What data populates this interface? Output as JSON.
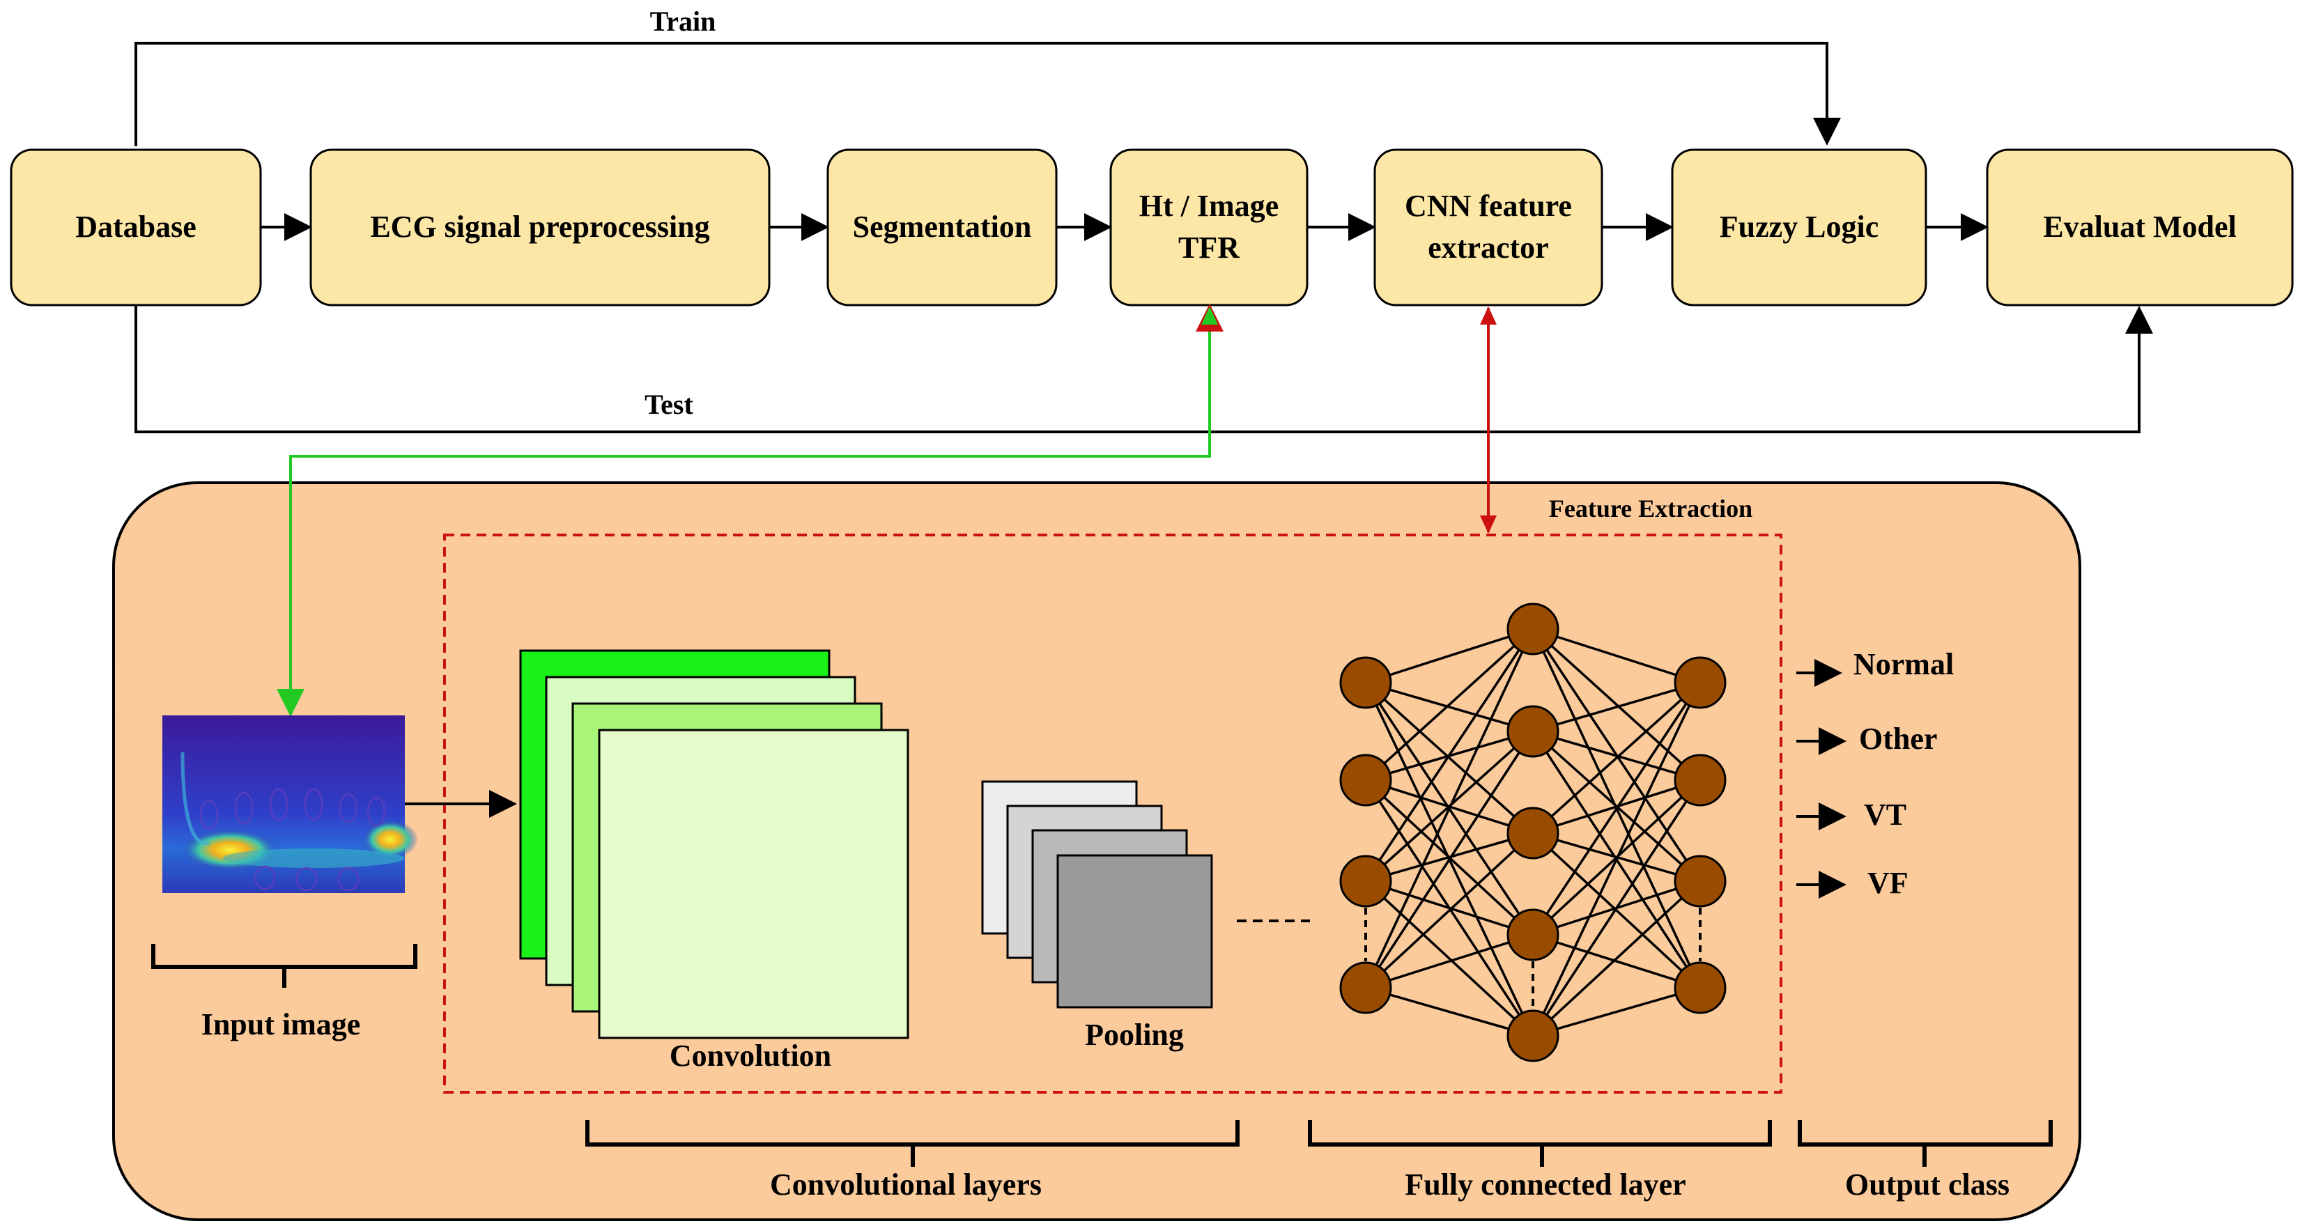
{
  "pipeline": {
    "train_label": "Train",
    "test_label": "Test",
    "boxes": {
      "database": "Database",
      "preprocessing": "ECG signal preprocessing",
      "segmentation": "Segmentation",
      "tfr_line1": "Ht / Image",
      "tfr_line2": "TFR",
      "cnn_line1": "CNN feature",
      "cnn_line2": "extractor",
      "fuzzy": "Fuzzy Logic",
      "evaluate": "Evaluat Model"
    }
  },
  "cnn": {
    "feature_extraction_label": "Feature Extraction",
    "input_image_label": "Input image",
    "convolution_label": "Convolution",
    "pooling_label": "Pooling",
    "convolutional_layers_label": "Convolutional layers",
    "fully_connected_label": "Fully connected layer",
    "output_class_label": "Output class",
    "outputs": [
      "Normal",
      "Other",
      "VT",
      "VF"
    ]
  },
  "colors": {
    "box_fill": "#fde7a6",
    "panel_fill": "#fccb9c",
    "node_fill": "#994c00",
    "green_arrow": "#22c922",
    "red_arrow": "#cc1111",
    "feature_box_border": "#cc1111"
  }
}
